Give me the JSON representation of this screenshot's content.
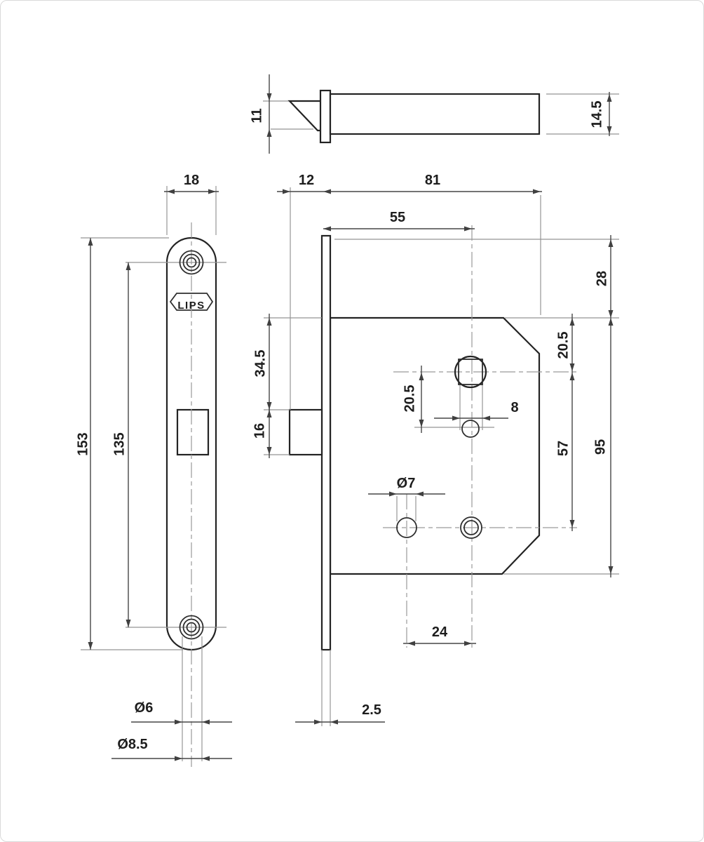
{
  "drawing": {
    "type": "technical-drawing",
    "subject": "mortise-latch-lock dimensional drawing",
    "ink_color": "#232323",
    "aux_color": "#959595",
    "background": "#ffffff"
  },
  "labels": {
    "top_view": {
      "latch_height_11": "11",
      "body_thickness_14_5": "14.5"
    },
    "front_view": {
      "plate_width_18": "18",
      "plate_height_153": "153",
      "screw_centers_135": "135",
      "screw_core_dia_6": "Ø6",
      "screw_head_dia_8_5": "Ø8.5",
      "brand": "LIPS"
    },
    "side_view": {
      "latch_projection_12": "12",
      "case_depth_81": "81",
      "backset_55": "55",
      "top_offset_28": "28",
      "top_to_follower_20_5": "20.5",
      "top_to_latch_34_5": "34.5",
      "latch_height_16": "16",
      "follower_to_hole_20_5": "20.5",
      "spindle_width_8": "8",
      "follower_to_lower_holes_57": "57",
      "case_height_95": "95",
      "hole_dia_7": "Ø7",
      "hole_spacing_24": "24",
      "plate_thickness_2_5": "2.5"
    }
  }
}
